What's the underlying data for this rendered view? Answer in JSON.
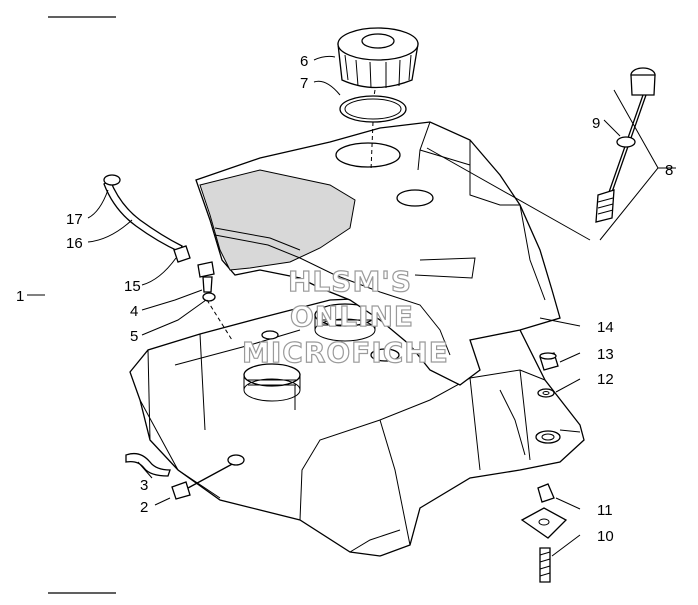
{
  "callouts": {
    "c1": "1",
    "c2": "2",
    "c3": "3",
    "c4": "4",
    "c5": "5",
    "c6": "6",
    "c7": "7",
    "c8": "8",
    "c9": "9",
    "c10": "10",
    "c11": "11",
    "c12": "12",
    "c13": "13",
    "c14": "14",
    "c15": "15",
    "c16": "16",
    "c17": "17"
  },
  "watermark": {
    "line1": "HLSM'S",
    "line2": "ONLINE",
    "line3": "MICROFICHE"
  }
}
